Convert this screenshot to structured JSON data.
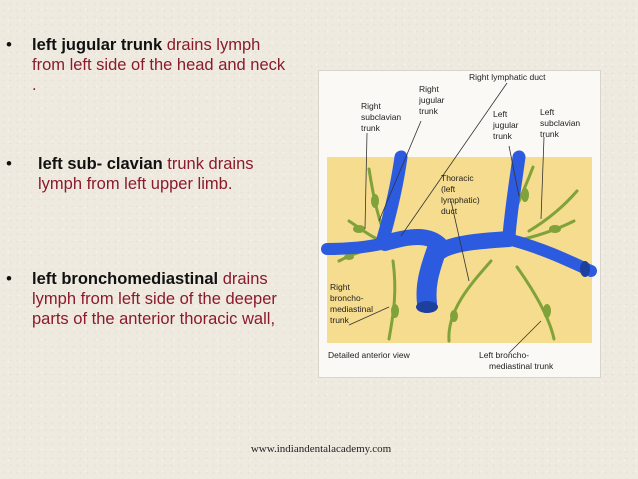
{
  "bullets": [
    {
      "bold": "left jugular trunk",
      "rest": " drains lymph from left side of the head and neck ."
    },
    {
      "bold": "left sub- clavian",
      "rest": " trunk drains lymph from  left upper limb."
    },
    {
      "bold": "left bronchomediastinal",
      "rest": " drains lymph from  left side of the deeper parts of the anterior thoracic wall,"
    }
  ],
  "bullet_symbol": "•",
  "figure": {
    "labels": {
      "right_lymphatic_duct": "Right lymphatic duct",
      "right_jugular_1": "Right",
      "right_jugular_2": "jugular",
      "right_jugular_3": "trunk",
      "right_subclavian_1": "Right",
      "right_subclavian_2": "subclavian",
      "right_subclavian_3": "trunk",
      "left_jugular_1": "Left",
      "left_jugular_2": "jugular",
      "left_jugular_3": "trunk",
      "left_subclavian_1": "Left",
      "left_subclavian_2": "subclavian",
      "left_subclavian_3": "trunk",
      "thoracic_1": "Thoracic",
      "thoracic_2": "(left",
      "thoracic_3": "lymphatic)",
      "thoracic_4": "duct",
      "right_broncho_1": "Right",
      "right_broncho_2": "broncho-",
      "right_broncho_3": "mediastinal",
      "right_broncho_4": "trunk",
      "detailed_view": "Detailed anterior view",
      "left_broncho_1": "Left broncho-",
      "left_broncho_2": "mediastinal trunk"
    },
    "colors": {
      "panel": "#f6dc8e",
      "vein": "#2d5be0",
      "lymph": "#7fa23a"
    }
  },
  "footer": "www.indiandentalacademy.com"
}
